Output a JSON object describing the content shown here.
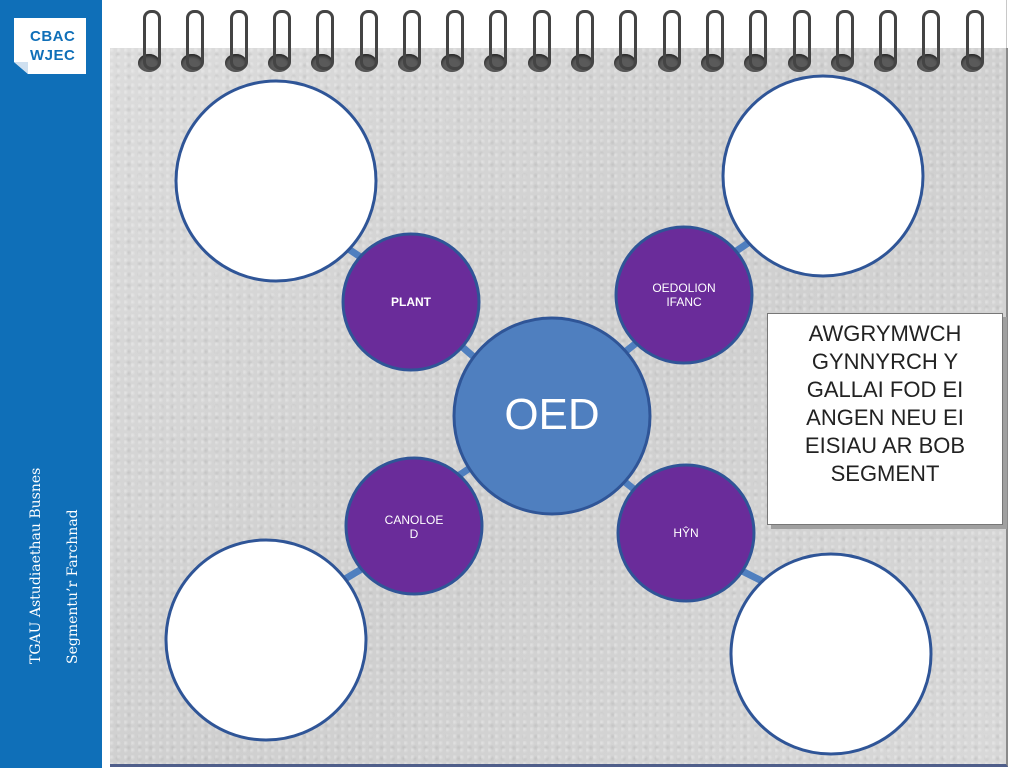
{
  "brand": {
    "logo_line1": "CBAC",
    "logo_line2": "WJEC",
    "color": "#0f6fb8"
  },
  "sidebar": {
    "course": "TGAU Astudiaethau Busnes",
    "topic": "Segmentu’r Farchnad"
  },
  "diagram": {
    "center": "OED",
    "nodes": {
      "top_left": "PLANT",
      "top_right": "OEDOLION IFANC",
      "bottom_left": "CANOLOED",
      "bottom_left_line1": "CANOLOE",
      "bottom_left_line2": "D",
      "bottom_right": "HŶN"
    },
    "colors": {
      "center": "#4f7fbf",
      "nodes": "#6a2c9a",
      "connector": "#4f7fbf"
    }
  },
  "note": {
    "lines": [
      "AWGRYMWCH",
      "GYNNYRCH  Y",
      "GALLAI FOD EI",
      "ANGEN NEU EI",
      "EISIAU AR BOB",
      "SEGMENT"
    ]
  }
}
